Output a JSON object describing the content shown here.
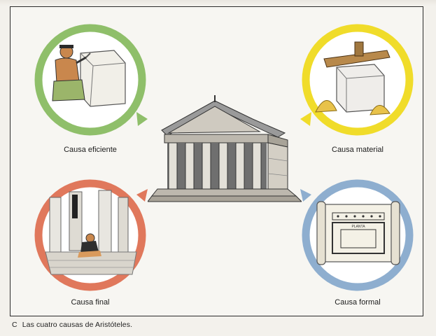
{
  "diagram": {
    "causes": [
      {
        "id": "eficiente",
        "label": "Causa eficiente",
        "ring_color": "#8fbf6a",
        "icon": "sculptor-carving-block-icon"
      },
      {
        "id": "material",
        "label": "Causa material",
        "ring_color": "#f0dc2a",
        "icon": "stone-block-and-tools-icon"
      },
      {
        "id": "final",
        "label": "Causa final",
        "ring_color": "#e0785c",
        "icon": "man-in-temple-interior-icon"
      },
      {
        "id": "formal",
        "label": "Causa formal",
        "ring_color": "#8eaecf",
        "icon": "architectural-plan-scroll-icon"
      }
    ],
    "center_icon": "greek-temple-icon",
    "plan_label": "PLANTA"
  },
  "caption": {
    "letter": "C",
    "text": "Las cuatro causas de Aristóteles."
  },
  "colors": {
    "frame": "#2b2b2b",
    "background": "#f7f6f2"
  }
}
